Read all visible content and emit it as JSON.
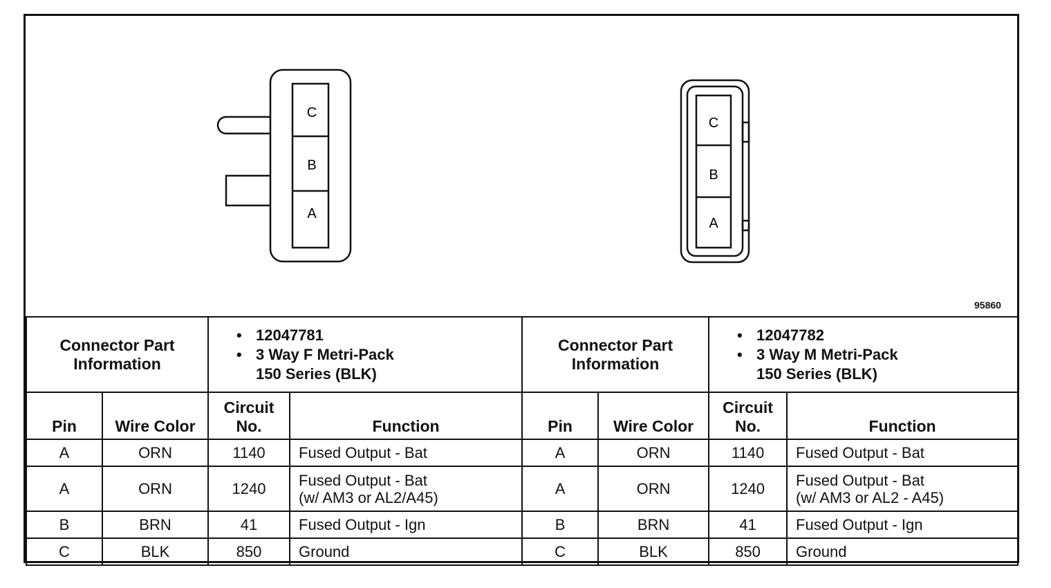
{
  "figure_id": "95860",
  "connectors": [
    {
      "label": "Connector Part Information",
      "part_number": "12047781",
      "description_line1": "3 Way F Metri-Pack",
      "description_line2": "150 Series (BLK)",
      "cavities": [
        "C",
        "B",
        "A"
      ]
    },
    {
      "label": "Connector Part Information",
      "part_number": "12047782",
      "description_line1": "3 Way M Metri-Pack",
      "description_line2": "150 Series (BLK)",
      "cavities": [
        "C",
        "B",
        "A"
      ]
    }
  ],
  "headers": {
    "pin": "Pin",
    "wire_color": "Wire Color",
    "circuit_line1": "Circuit",
    "circuit_line2": "No.",
    "function": "Function"
  },
  "left_rows": [
    {
      "pin": "A",
      "wire": "ORN",
      "circuit": "1140",
      "function": "Fused Output - Bat",
      "function2": ""
    },
    {
      "pin": "A",
      "wire": "ORN",
      "circuit": "1240",
      "function": "Fused Output - Bat",
      "function2": "(w/ AM3 or AL2/A45)"
    },
    {
      "pin": "B",
      "wire": "BRN",
      "circuit": "41",
      "function": "Fused Output - Ign",
      "function2": ""
    },
    {
      "pin": "C",
      "wire": "BLK",
      "circuit": "850",
      "function": "Ground",
      "function2": ""
    }
  ],
  "right_rows": [
    {
      "pin": "A",
      "wire": "ORN",
      "circuit": "1140",
      "function": "Fused Output - Bat",
      "function2": ""
    },
    {
      "pin": "A",
      "wire": "ORN",
      "circuit": "1240",
      "function": "Fused Output - Bat",
      "function2": "(w/ AM3 or AL2 - A45)"
    },
    {
      "pin": "B",
      "wire": "BRN",
      "circuit": "41",
      "function": "Fused Output - Ign",
      "function2": ""
    },
    {
      "pin": "C",
      "wire": "BLK",
      "circuit": "850",
      "function": "Ground",
      "function2": ""
    }
  ],
  "bullet_symbol": "•"
}
